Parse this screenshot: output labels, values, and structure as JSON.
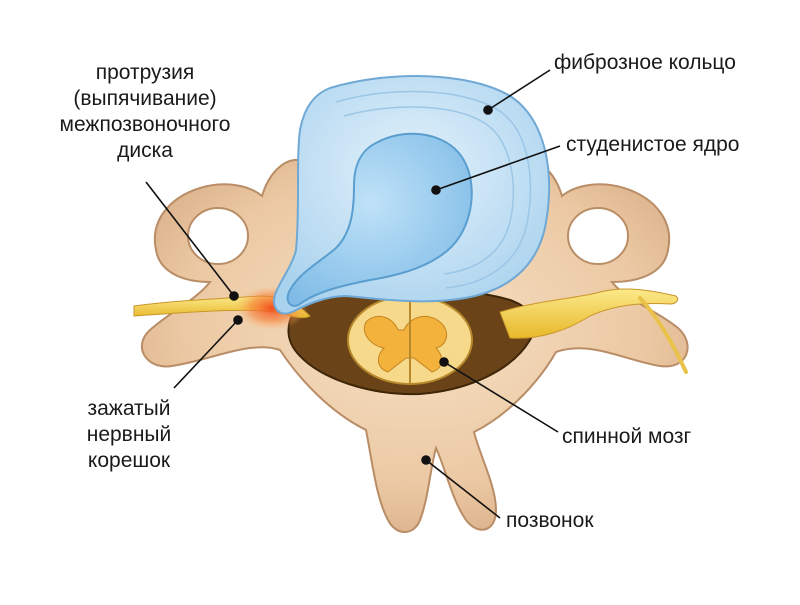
{
  "labels": {
    "protrusion": [
      "протрузия",
      "(выпячивание)",
      "межпозвоночного",
      "диска"
    ],
    "annulus": "фиброзное кольцо",
    "nucleus": "студенистое ядро",
    "spinal_cord": "спинной мозг",
    "nerve_root": [
      "зажатый",
      "нервный",
      "корешок"
    ],
    "vertebra": "позвонок"
  },
  "colors": {
    "bone": "#f0d3b2",
    "bone_shadow": "#c9a27c",
    "bone_outline": "#b98d66",
    "annulus": "#cfe6f5",
    "annulus_ring": "#9cc6e6",
    "nucleus": "#9fd0f0",
    "nerve": "#f5d54a",
    "cord": "#f6d98a",
    "grey_matter": "#f2b23c",
    "canal": "#5a3a12",
    "inflammation": "#f15a24",
    "leader": "#111111"
  }
}
